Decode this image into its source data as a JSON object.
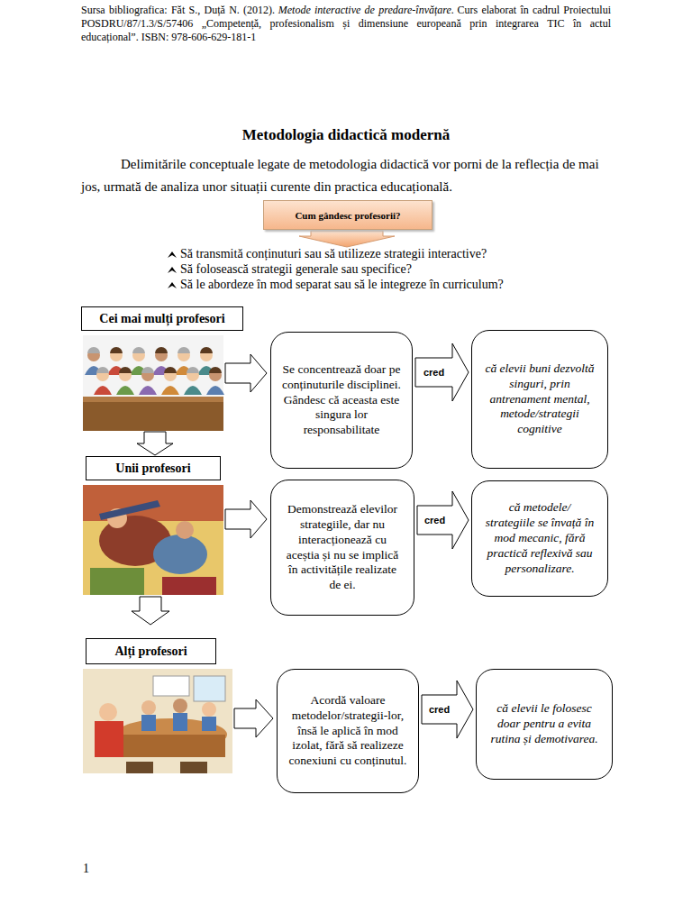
{
  "diagram": {
    "title": "Metodologia didactică modernă",
    "nodes": [
      {
        "text": [
          "Cum gândesc profesorii?"
        ]
      },
      {
        "text": [
          "Cei mai mulți profesori"
        ]
      },
      {
        "text": [
          "Se concentrează doar pe conținuturile disciplinei. Gândesc că aceasta este singura lor responsabilitate"
        ]
      },
      {
        "text": [
          "că elevii buni dezvoltă singuri, prin antrenament mental, metode/strategii cognitive"
        ]
      },
      {
        "text": [
          "Unii profesori"
        ]
      },
      {
        "text": [
          "Demonstrează elevilor strategiile, dar nu interacționează cu aceștia și nu se implică în activitățile realizate de ei."
        ]
      },
      {
        "text": [
          "că metodele/ strategiile se învață în mod mecanic, fără practică reflexivă sau personalizare."
        ]
      },
      {
        "text": [
          "Alți profesori"
        ]
      },
      {
        "text": [
          "Acordă valoare metodelor/strategii-lor, însă le aplică în mod izolat, fără să realizeze conexiuni cu conținutul."
        ]
      },
      {
        "text": [
          "că elevii le folosesc doar pentru a evita rutina și demotivarea."
        ]
      }
    ],
    "edges": [
      {
        "from": 2,
        "to": 3,
        "label": "cred",
        "arrow": "to"
      },
      {
        "from": 5,
        "to": 6,
        "label": "cred",
        "arrow": "to"
      },
      {
        "from": 8,
        "to": 9,
        "label": "cred",
        "arrow": "to"
      }
    ],
    "labels": [
      "Sursa bibliografica: Făt S., Duță N. (2012).",
      "Metode interactive de predare-învățare.",
      "Curs elaborat în cadrul Proiectului POSDRU/87/1.3/S/57406 „Competență, profesionalism și dimensiune europeană prin integrarea TIC în actul educațional”. ISBN: 978-606-629-181-1",
      "Delimitările conceptuale legate de metodologia didactică vor porni de la reflecția de mai jos, urmată de analiza unor situații curente din practica educațională.",
      "Să transmită conținuturi sau să utilizeze strategii interactive?",
      "Să folosească strategii generale sau specifice?",
      "Să le abordeze în mod separat sau să le integreze în curriculum?",
      "1"
    ]
  }
}
